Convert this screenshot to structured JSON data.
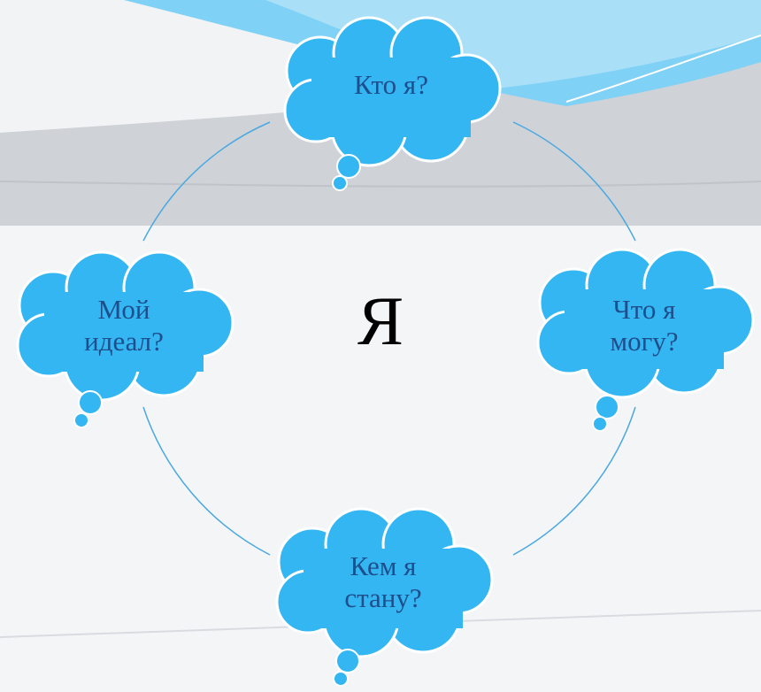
{
  "center_label": "Я",
  "clouds": [
    {
      "id": "top",
      "lines": [
        "Кто я?"
      ]
    },
    {
      "id": "right",
      "lines": [
        "Что я",
        "могу?"
      ]
    },
    {
      "id": "bottom",
      "lines": [
        "Кем я",
        "стану?"
      ]
    },
    {
      "id": "left",
      "lines": [
        "Мой",
        "идеал?"
      ]
    }
  ],
  "colors": {
    "cloud_fill": "#33b6f2",
    "cloud_outline": "#ffffff",
    "text": "#1f4e8c",
    "circle_line": "#4aa8e0",
    "background": "#f4f5f7",
    "band_dark": "#c9cdd3",
    "band_light": "#e3e6ea",
    "banner_blue": "#5cc4f2"
  }
}
